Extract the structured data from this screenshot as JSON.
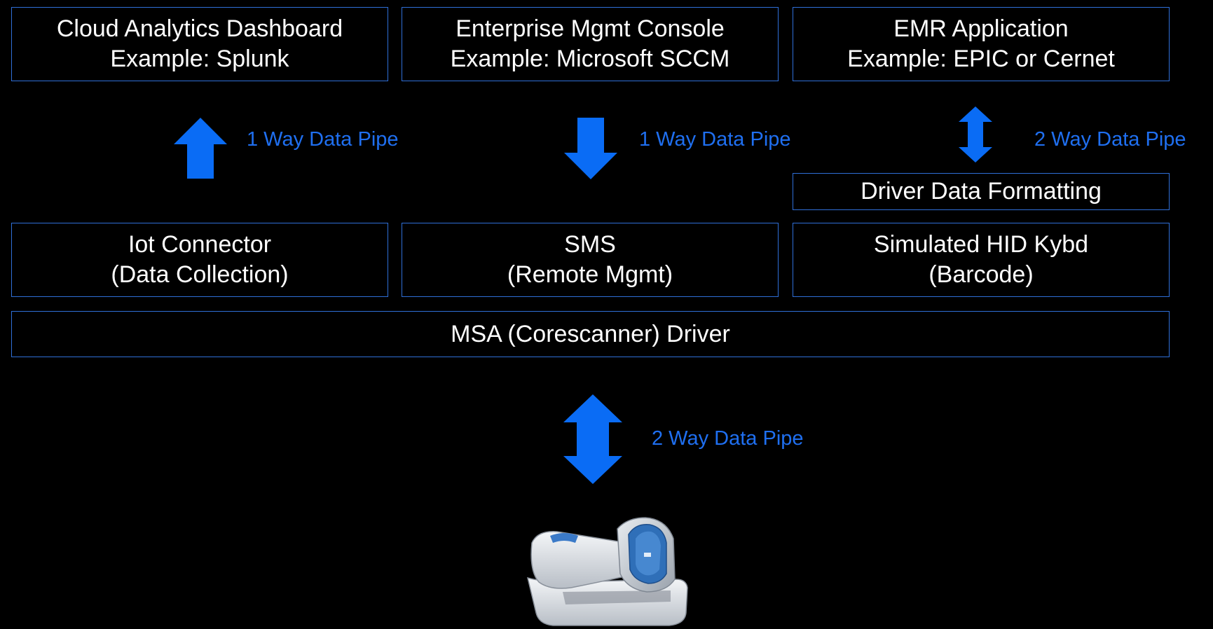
{
  "top_boxes": [
    {
      "line1": "Cloud Analytics Dashboard",
      "line2": "Example: Splunk"
    },
    {
      "line1": "Enterprise Mgmt Console",
      "line2": "Example: Microsoft SCCM"
    },
    {
      "line1": "EMR Application",
      "line2": "Example: EPIC or Cernet"
    }
  ],
  "pipes": [
    {
      "label": "1 Way Data Pipe",
      "direction": "up"
    },
    {
      "label": "1 Way Data Pipe",
      "direction": "down"
    },
    {
      "label": "2 Way Data Pipe",
      "direction": "both"
    },
    {
      "label": "2 Way Data Pipe",
      "direction": "both"
    }
  ],
  "formatting_box": {
    "label": "Driver Data Formatting"
  },
  "middle_boxes": [
    {
      "line1": "Iot Connector",
      "line2": "(Data Collection)"
    },
    {
      "line1": "SMS",
      "line2": "(Remote Mgmt)"
    },
    {
      "line1": "Simulated HID Kybd",
      "line2": "(Barcode)"
    }
  ],
  "driver_box": {
    "label": "MSA (Corescanner) Driver"
  },
  "device": {
    "icon": "barcode-scanner-icon"
  },
  "colors": {
    "background": "#000000",
    "border": "#2f6fd8",
    "arrow": "#0a6cf5",
    "label": "#1f6ff0",
    "text": "#ffffff"
  }
}
